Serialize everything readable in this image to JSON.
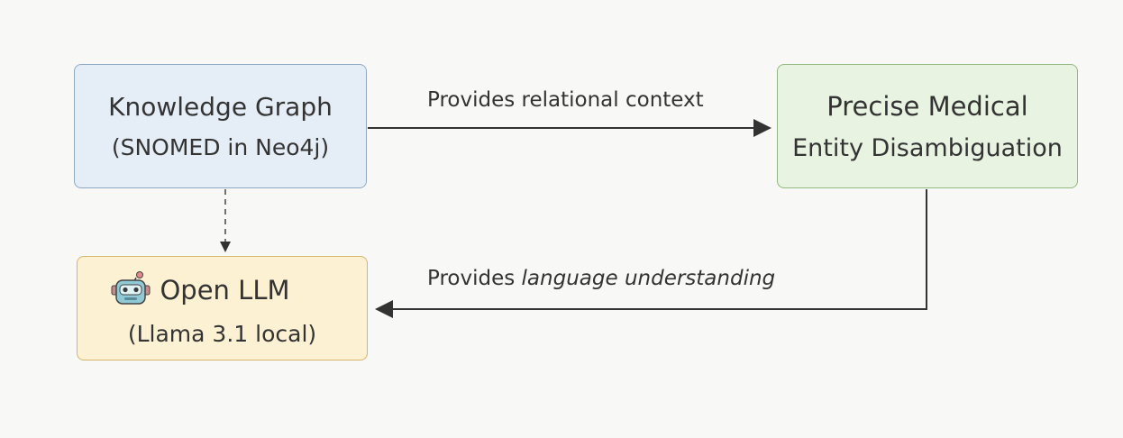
{
  "nodes": {
    "knowledge_graph": {
      "title": "Knowledge Graph",
      "subtitle": "(SNOMED in Neo4j)"
    },
    "precise_medical": {
      "title": "Precise Medical",
      "subtitle": "Entity Disambiguation"
    },
    "open_llm": {
      "title": "Open LLM",
      "subtitle": "(Llama 3.1 local)",
      "icon": "robot-icon"
    }
  },
  "edges": {
    "top": {
      "label": "Provides relational context"
    },
    "bottom": {
      "label_prefix": "Provides ",
      "label_emphasis": "language understanding"
    }
  },
  "colors": {
    "kg_fill": "#e5eef6",
    "kg_border": "#8fa8c2",
    "pm_fill": "#e8f3e1",
    "pm_border": "#93b881",
    "llm_fill": "#fcf1d3",
    "llm_border": "#d6b56a",
    "arrow": "#333333"
  }
}
